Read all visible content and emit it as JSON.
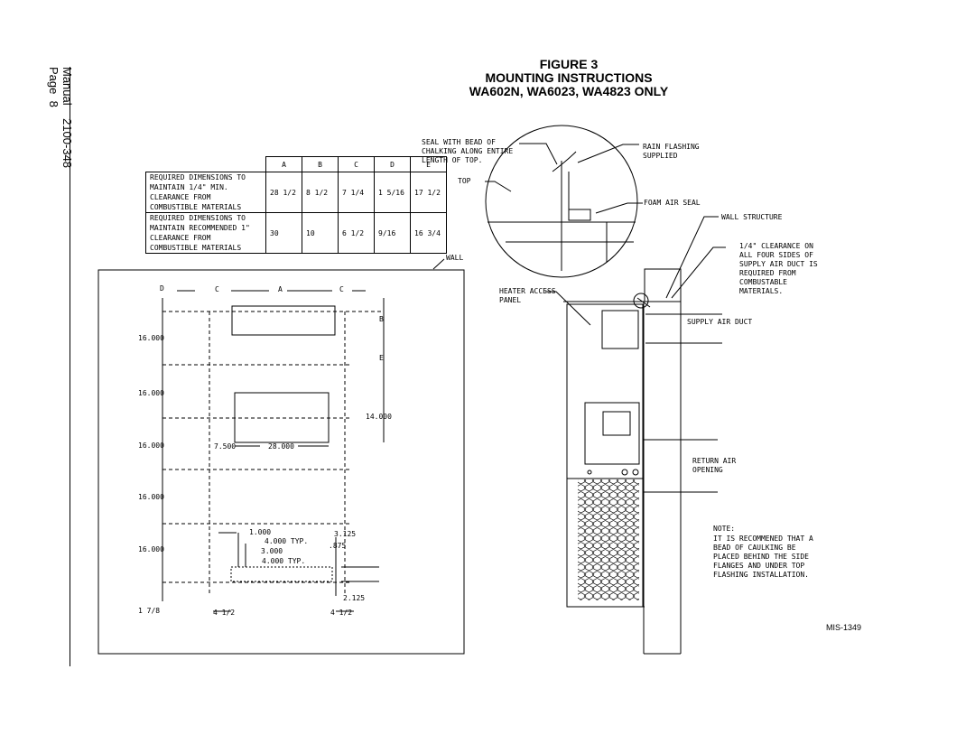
{
  "side_header": {
    "manual": "Manual",
    "manual_no": "2100-348",
    "page": "Page",
    "page_no": "8"
  },
  "title": {
    "line1": "FIGURE 3",
    "line2": "MOUNTING INSTRUCTIONS",
    "line3": "WA602N, WA6023, WA4823 ONLY"
  },
  "table": {
    "headers": [
      "",
      "A",
      "B",
      "C",
      "D",
      "E"
    ],
    "rows": [
      {
        "label": "REQUIRED DIMENSIONS TO MAINTAIN 1/4\" MIN. CLEARANCE FROM COMBUSTIBLE MATERIALS",
        "values": [
          "28 1/2",
          "8 1/2",
          "7 1/4",
          "1 5/16",
          "17 1/2"
        ]
      },
      {
        "label": "REQUIRED DIMENSIONS TO MAINTAIN RECOMMENDED 1\" CLEARANCE FROM COMBUSTIBLE MATERIALS",
        "values": [
          "30",
          "10",
          "6 1/2",
          "9/16",
          "16 3/4"
        ]
      }
    ]
  },
  "wall_label": "WALL",
  "left_drawing": {
    "letters": {
      "d": "D",
      "c1": "C",
      "a": "A",
      "c2": "C",
      "b": "B",
      "e": "E"
    },
    "dims": {
      "d1": "16.000",
      "d2": "16.000",
      "d3": "16.000",
      "d4": "16.000",
      "d5": "16.000",
      "w1": "7.500",
      "w2": "28.000",
      "h1": "14.000",
      "s1": "1.000",
      "s2": "4.000 TYP.",
      "s3": "3.000",
      "s4": "4.000 TYP.",
      "s5": "3.125",
      "s6": ".875",
      "s7": "2.125",
      "b1": "1 7/8",
      "b2": "4 1/2",
      "b3": "4 1/2"
    }
  },
  "right_drawing": {
    "seal": "SEAL WITH BEAD OF CHALKING ALONG ENTIRE LENGTH OF TOP.",
    "rain": "RAIN FLASHING SUPPLIED",
    "top": "TOP",
    "foam": "FOAM AIR SEAL",
    "wall_structure": "WALL STRUCTURE",
    "clearance": "1/4\" CLEARANCE ON ALL FOUR SIDES OF SUPPLY AIR DUCT IS REQUIRED FROM COMBUSTABLE MATERIALS.",
    "heater": "HEATER ACCESS PANEL",
    "supply": "SUPPLY AIR DUCT",
    "return": "RETURN AIR OPENING",
    "note_title": "NOTE:",
    "note_body": "IT IS RECOMMENED THAT A BEAD OF CAULKING BE PLACED BEHIND THE SIDE FLANGES AND UNDER TOP FLASHING INSTALLATION."
  },
  "mis": "MIS-1349"
}
